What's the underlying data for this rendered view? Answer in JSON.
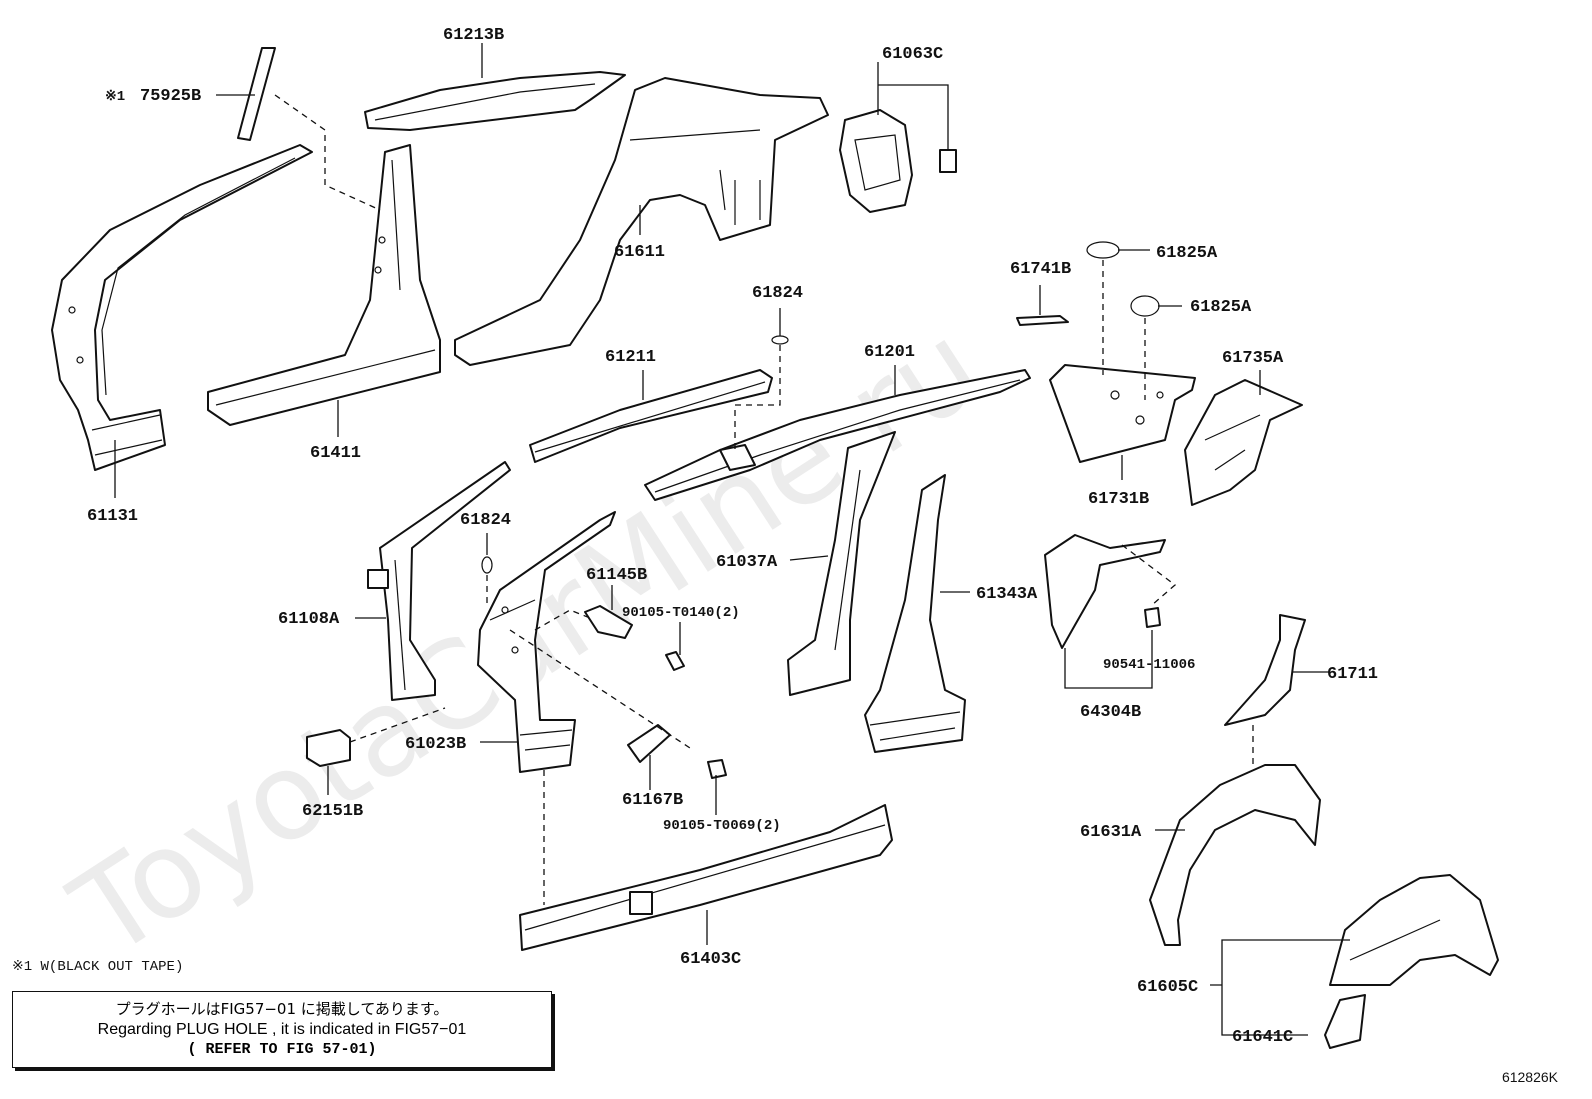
{
  "watermark": "ToyotaCarMine.ru",
  "labels": {
    "p61213B": "61213B",
    "p75925B": "75925B",
    "p75925B_mark": "※1",
    "p61063C": "61063C",
    "p61611": "61611",
    "p61411": "61411",
    "p61131": "61131",
    "p61824a": "61824",
    "p61211": "61211",
    "p61201": "61201",
    "p61741B": "61741B",
    "p61825A_1": "61825A",
    "p61825A_2": "61825A",
    "p61735A": "61735A",
    "p61731B": "61731B",
    "p61824b": "61824",
    "p61145B": "61145B",
    "p90105_T0140": "90105-T0140(2)",
    "p61037A": "61037A",
    "p61343A": "61343A",
    "p61108A": "61108A",
    "p90541_11006": "90541-11006",
    "p64304B": "64304B",
    "p61711": "61711",
    "p61023B": "61023B",
    "p62151B": "62151B",
    "p61167B": "61167B",
    "p90105_T0069": "90105-T0069(2)",
    "p61631A": "61631A",
    "p61403C": "61403C",
    "p61605C": "61605C",
    "p61641C": "61641C"
  },
  "notes": {
    "tape": "※1 W(BLACK OUT TAPE)",
    "plug_jp": "プラグホールはFIG57−01 に掲載してあります。",
    "plug_en": "Regarding  PLUG HOLE , it is indicated in FIG57−01",
    "refer": "( REFER TO FIG 57-01)"
  },
  "fig_code": "612826K"
}
